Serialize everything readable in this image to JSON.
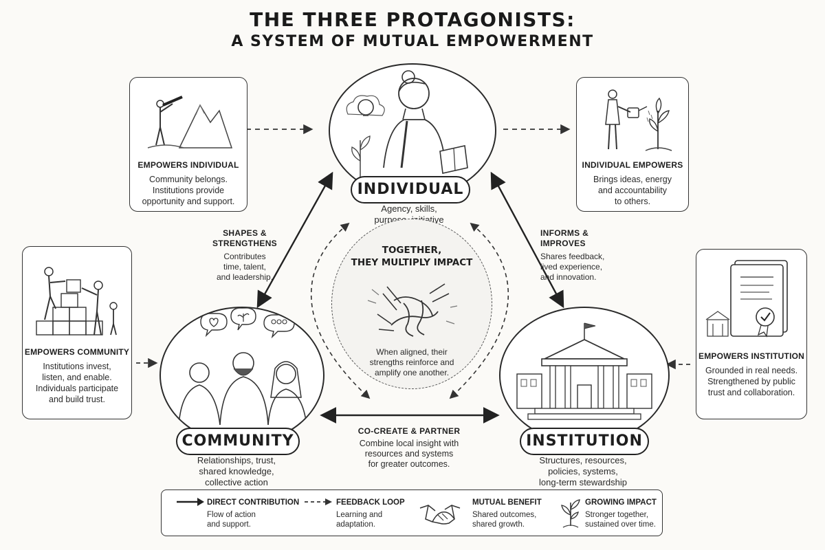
{
  "title": {
    "line1": "THE THREE PROTAGONISTS:",
    "line2": "A SYSTEM OF MUTUAL EMPOWERMENT"
  },
  "individual": {
    "name": "INDIVIDUAL",
    "description": "Agency, skills,\npurpose, initiative"
  },
  "community": {
    "name": "COMMUNITY",
    "description": "Relationships, trust,\nshared knowledge,\ncollective action"
  },
  "institution": {
    "name": "INSTITUTION",
    "description": "Structures, resources,\npolicies, systems,\nlong-term stewardship"
  },
  "cards": {
    "empowers_individual": {
      "title": "EMPOWERS INDIVIDUAL",
      "text": "Community belongs.\nInstitutions provide\nopportunity and support."
    },
    "individual_empowers": {
      "title": "INDIVIDUAL EMPOWERS",
      "text": "Brings ideas, energy\nand accountability\nto others."
    },
    "empowers_community": {
      "title": "EMPOWERS COMMUNITY",
      "text": "Institutions invest,\nlisten, and enable.\nIndividuals participate\nand build trust."
    },
    "empowers_institution": {
      "title": "EMPOWERS INSTITUTION",
      "text": "Grounded in real needs.\nStrengthened by public\ntrust and collaboration."
    }
  },
  "relations": {
    "shapes": {
      "title": "SHAPES &\nSTRENGTHENS",
      "text": "Contributes\ntime, talent,\nand leadership."
    },
    "informs": {
      "title": "INFORMS &\nIMPROVES",
      "text": "Shares feedback,\nlived experience,\nand innovation."
    },
    "cocreate": {
      "title": "CO-CREATE & PARTNER",
      "text": "Combine local insight with\nresources and systems\nfor greater outcomes."
    }
  },
  "center": {
    "title": "TOGETHER,\nTHEY MULTIPLY IMPACT",
    "text": "When aligned, their\nstrengths reinforce and\namplify one another."
  },
  "legend": {
    "direct": {
      "title": "DIRECT CONTRIBUTION",
      "text": "Flow of action\nand support."
    },
    "feedback": {
      "title": "FEEDBACK LOOP",
      "text": "Learning and\nadaptation."
    },
    "mutual": {
      "title": "MUTUAL BENEFIT",
      "text": "Shared outcomes,\nshared growth."
    },
    "growing": {
      "title": "GROWING IMPACT",
      "text": "Stronger together,\nsustained over time."
    }
  },
  "colors": {
    "ink": "#1e1e1e",
    "paper": "#fbfaf7",
    "panel": "#ffffff"
  }
}
